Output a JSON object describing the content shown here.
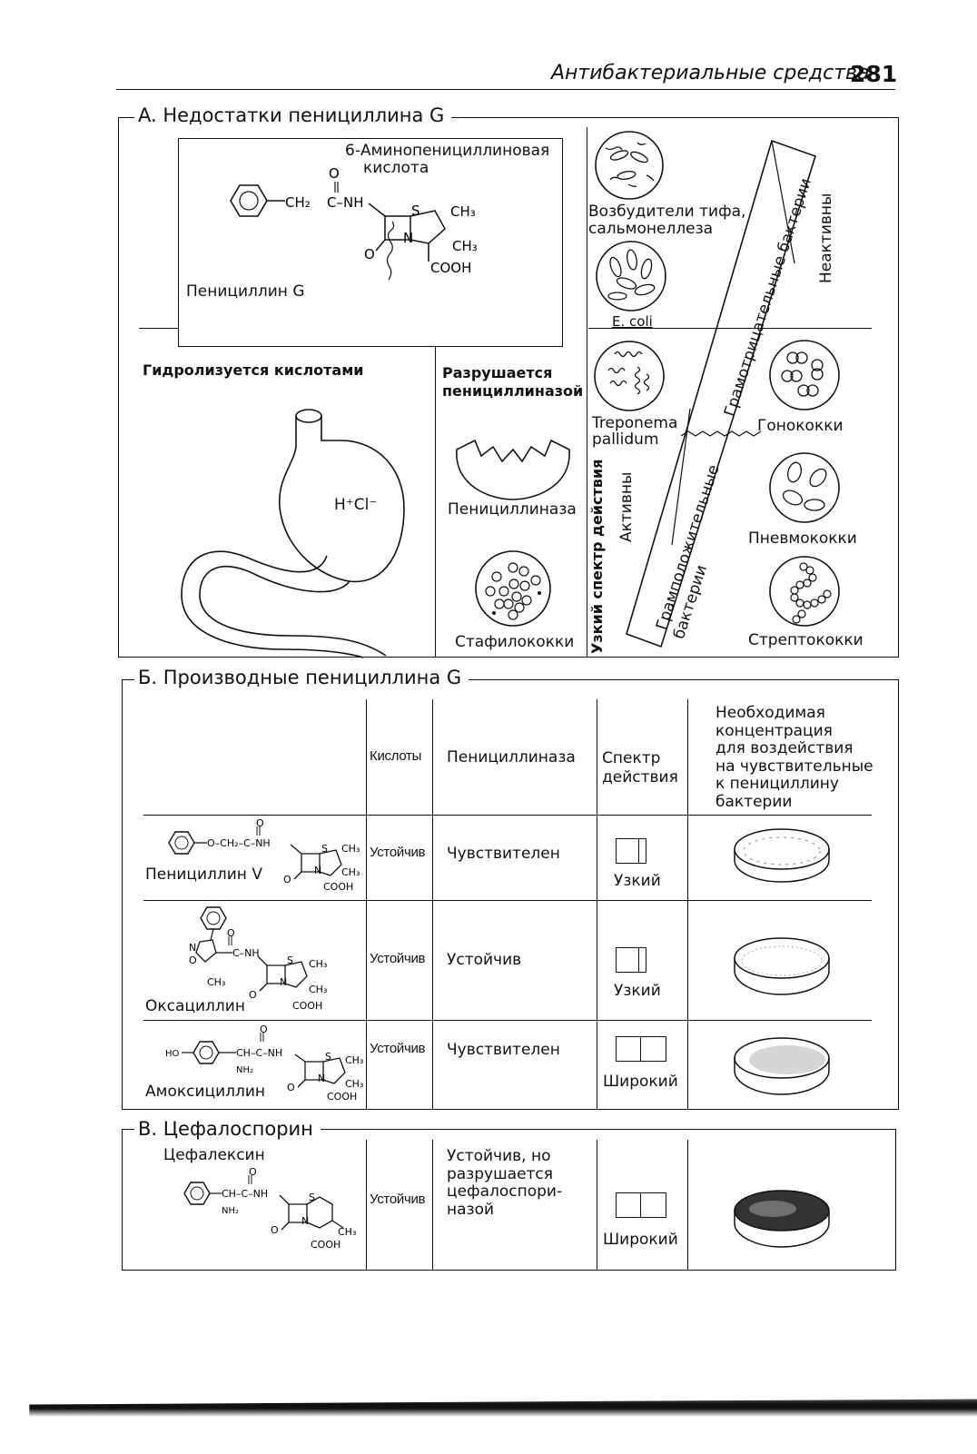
{
  "header": {
    "title": "Антибактериальные средства",
    "page_number": "281"
  },
  "section_a": {
    "title": "A. Недостатки пенициллина G",
    "acid_name_line1": "6-Аминопенициллиновая",
    "acid_name_line2": "кислота",
    "penicillin_g_label": "Пенициллин G",
    "hydrolyzed_label": "Гидролизуется кислотами",
    "hcl_label": "H⁺Cl⁻",
    "destroyed_line1": "Разрушается",
    "destroyed_line2": "пенициллиназой",
    "penicillinase_label": "Пенициллиназа",
    "staph_label": "Стафилококки",
    "narrow_spectrum_label": "Узкий спектр действия",
    "active_label": "Активны",
    "inactive_label": "Неактивны",
    "typhoid_line1": "Возбудители тифа,",
    "typhoid_line2": "сальмонеллеза",
    "ecoli_label": "E. coli",
    "treponema_line1": "Treponema",
    "treponema_line2": "pallidum",
    "gram_negative_label": "Грамотрицательные бактерии",
    "gram_positive_line1": "Грамположительные",
    "gram_positive_line2": "бактерии",
    "gonococci_label": "Гонококки",
    "pneumococci_label": "Пневмококки",
    "streptococci_label": "Стрептококки"
  },
  "chem": {
    "o": "O",
    "ch2": "CH₂",
    "c_nh": "C–NH",
    "s": "S",
    "n": "N",
    "ch3": "CH₃",
    "cooh": "COOH"
  },
  "section_b": {
    "title": "Б. Производные пенициллина G",
    "columns": {
      "acids": "Кислоты",
      "penicillinase": "Пенициллиназа",
      "spectrum_line1": "Спектр",
      "spectrum_line2": "действия",
      "conc_lines": [
        "Необходимая",
        "концентрация",
        "для воздействия",
        "на чувствительные",
        "к пенициллину",
        "бактерии"
      ]
    },
    "rows": [
      {
        "name": "Пенициллин V",
        "acids": "Устойчив",
        "penicillinase": "Чувствителен",
        "spectrum": "Узкий"
      },
      {
        "name": "Оксациллин",
        "acids": "Устойчив",
        "penicillinase": "Устойчив",
        "spectrum": "Узкий"
      },
      {
        "name": "Амоксициллин",
        "acids": "Устойчив",
        "penicillinase": "Чувствителен",
        "spectrum": "Широкий"
      }
    ]
  },
  "section_c": {
    "title": "B. Цефалоспорин",
    "drug_name": "Цефалексин",
    "acids": "Устойчив",
    "penicillinase_lines": [
      "Устойчив, но",
      "разрушается",
      "цефалоспори-",
      "назой"
    ],
    "spectrum": "Широкий"
  }
}
